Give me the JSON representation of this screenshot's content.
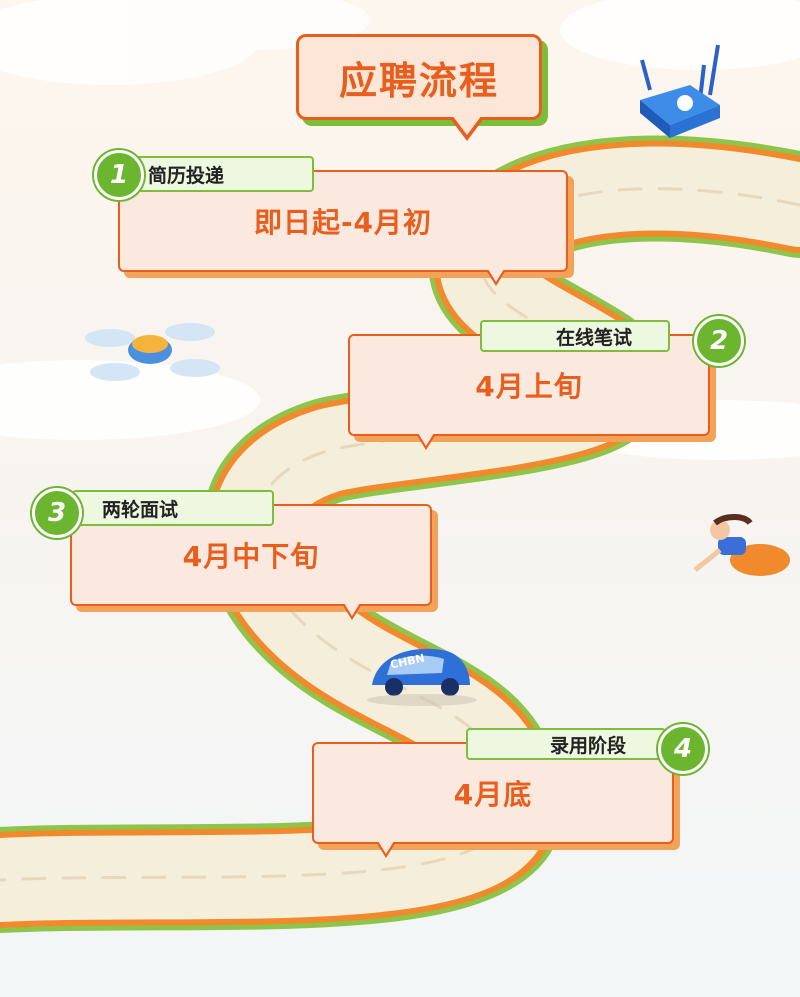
{
  "title": "应聘流程",
  "steps": [
    {
      "number": "1",
      "label": "简历投递",
      "date": "即日起-4月初"
    },
    {
      "number": "2",
      "label": "在线笔试",
      "date": "4月上旬"
    },
    {
      "number": "3",
      "label": "两轮面试",
      "date": "4月中下旬"
    },
    {
      "number": "4",
      "label": "录用阶段",
      "date": "4月底"
    }
  ],
  "decorations": {
    "car_text": "CHBN"
  },
  "colors": {
    "accent_orange": "#e85e1c",
    "accent_green": "#6cb52f",
    "card_fill": "#fbe8de",
    "road": "#f4edd9"
  }
}
